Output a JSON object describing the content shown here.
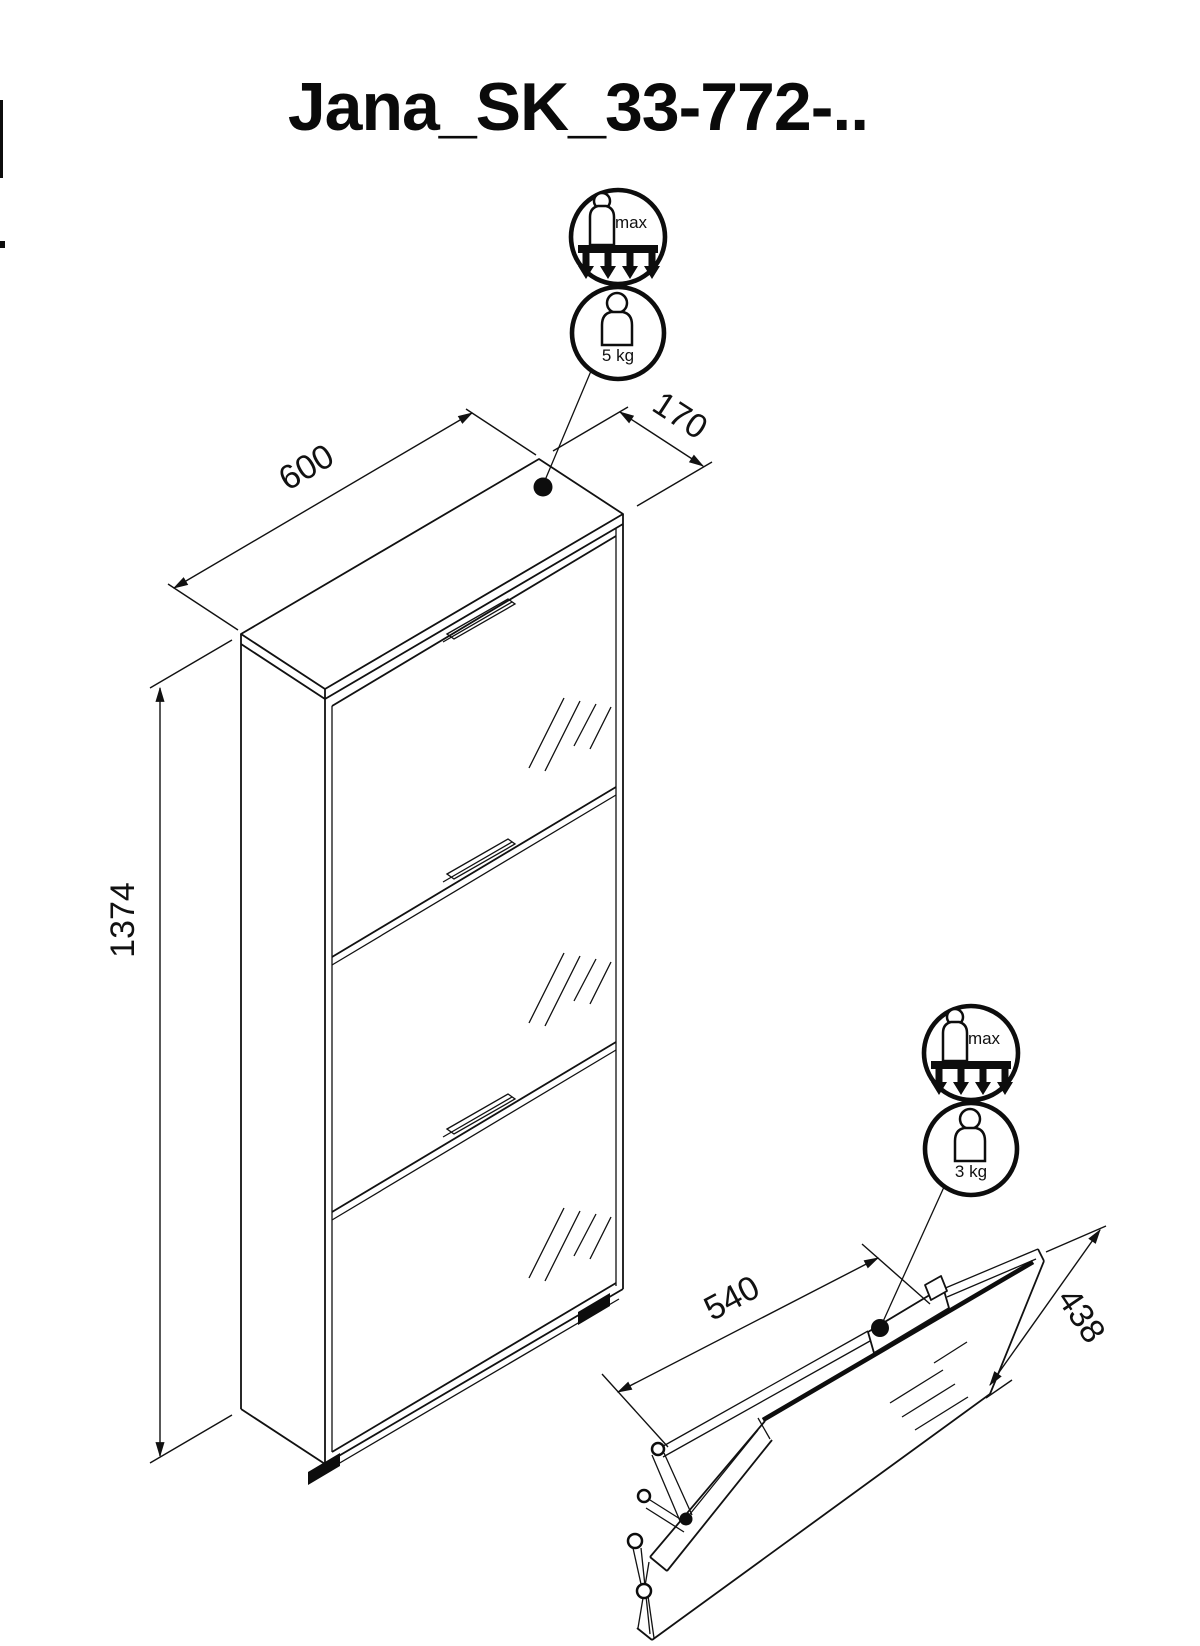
{
  "title": "Jana_SK_33-772-..",
  "cabinet": {
    "width_mm": "600",
    "depth_mm": "170",
    "height_mm": "1374"
  },
  "flap": {
    "width_mm": "540",
    "depth_mm": "438"
  },
  "load_limits": {
    "top_max_label": "max",
    "top_weight": "5 kg",
    "flap_max_label": "max",
    "flap_weight": "3 kg"
  },
  "colors": {
    "ink": "#111111",
    "paper": "#ffffff"
  }
}
